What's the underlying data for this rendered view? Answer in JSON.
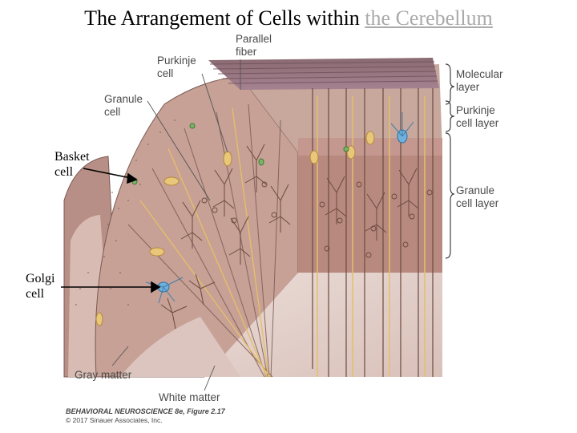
{
  "title": {
    "main": "The Arrangement of Cells within ",
    "link": "the Cerebellum"
  },
  "labels": {
    "parallel_fiber": [
      "Parallel",
      "fiber"
    ],
    "purkinje_cell": [
      "Purkinje",
      "cell"
    ],
    "granule_cell": [
      "Granule",
      "cell"
    ],
    "molecular_layer": [
      "Molecular",
      "layer"
    ],
    "purkinje_cell_layer": [
      "Purkinje",
      "cell layer"
    ],
    "granule_cell_layer": [
      "Granule",
      "cell layer"
    ],
    "gray_matter": "Gray matter",
    "white_matter": "White matter"
  },
  "side_labels": {
    "basket_cell": [
      "Basket",
      "cell"
    ],
    "golgi_cell": [
      "Golgi",
      "cell"
    ]
  },
  "credit": {
    "line1": "BEHAVIORAL NEUROSCIENCE 8e, Figure 2.17",
    "line2": "© 2017 Sinauer Associates, Inc."
  },
  "colors": {
    "molecular": "#c9a59b",
    "granule": "#b8897f",
    "white_matter": "#e6d2cc",
    "purkinje": "#e9c77a",
    "golgi": "#6fb0dc",
    "dendrite": "#6b4b3e"
  }
}
